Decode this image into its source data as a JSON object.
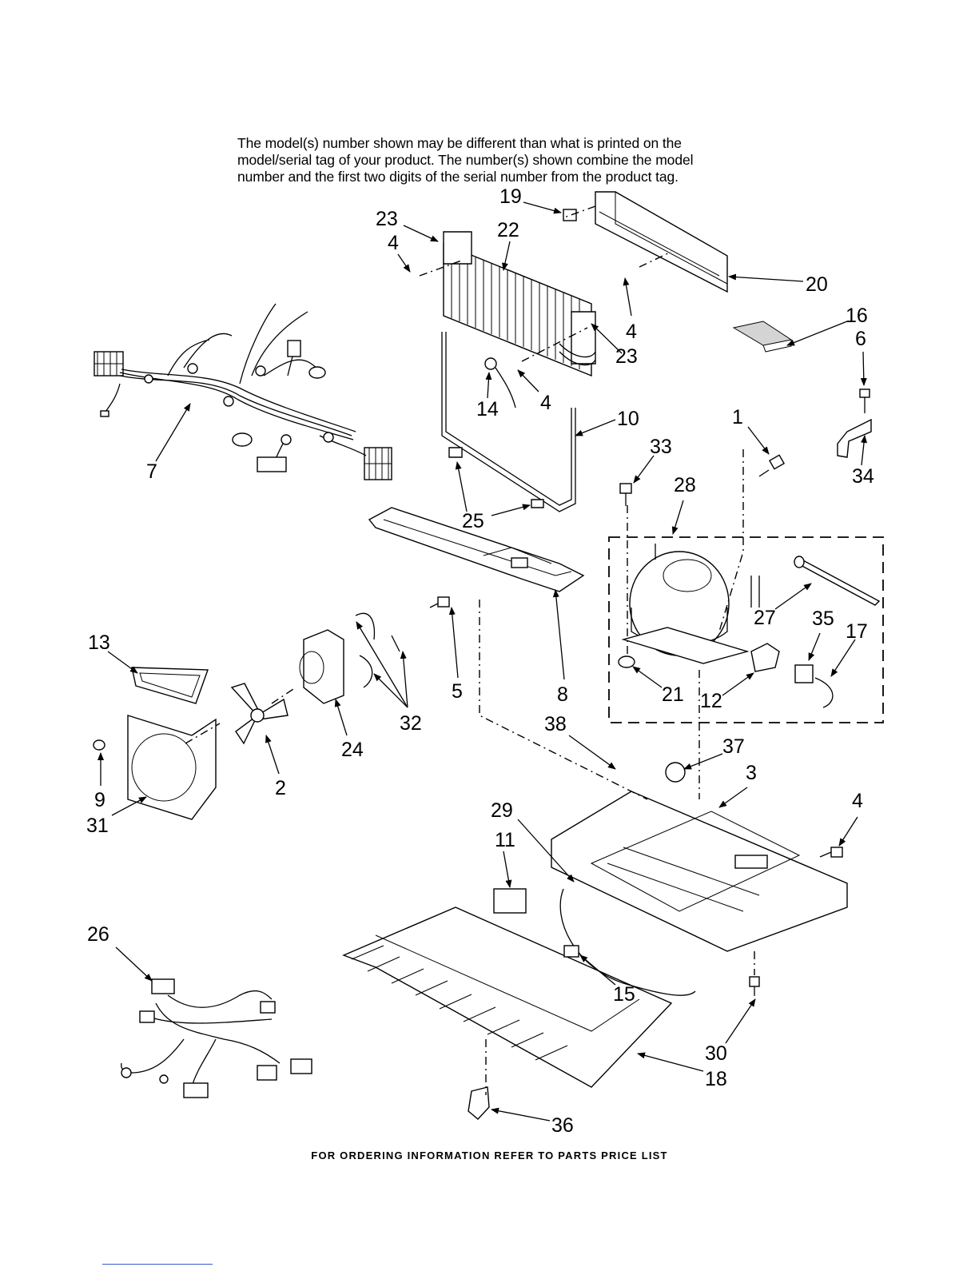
{
  "note": {
    "lines": [
      "The model(s) number shown may be different than what is printed on the",
      "model/serial tag of your product. The number(s) shown combine the model",
      "number and the first two digits of the serial number from the product tag."
    ]
  },
  "footer": "FOR ORDERING INFORMATION REFER TO PARTS PRICE LIST",
  "callouts": [
    "19",
    "23",
    "22",
    "4",
    "20",
    "4",
    "23",
    "16",
    "6",
    "14",
    "4",
    "10",
    "1",
    "7",
    "33",
    "34",
    "28",
    "25",
    "27",
    "35",
    "17",
    "13",
    "5",
    "8",
    "21",
    "12",
    "32",
    "24",
    "38",
    "37",
    "3",
    "2",
    "9",
    "31",
    "4",
    "29",
    "11",
    "26",
    "15",
    "30",
    "18",
    "36"
  ]
}
